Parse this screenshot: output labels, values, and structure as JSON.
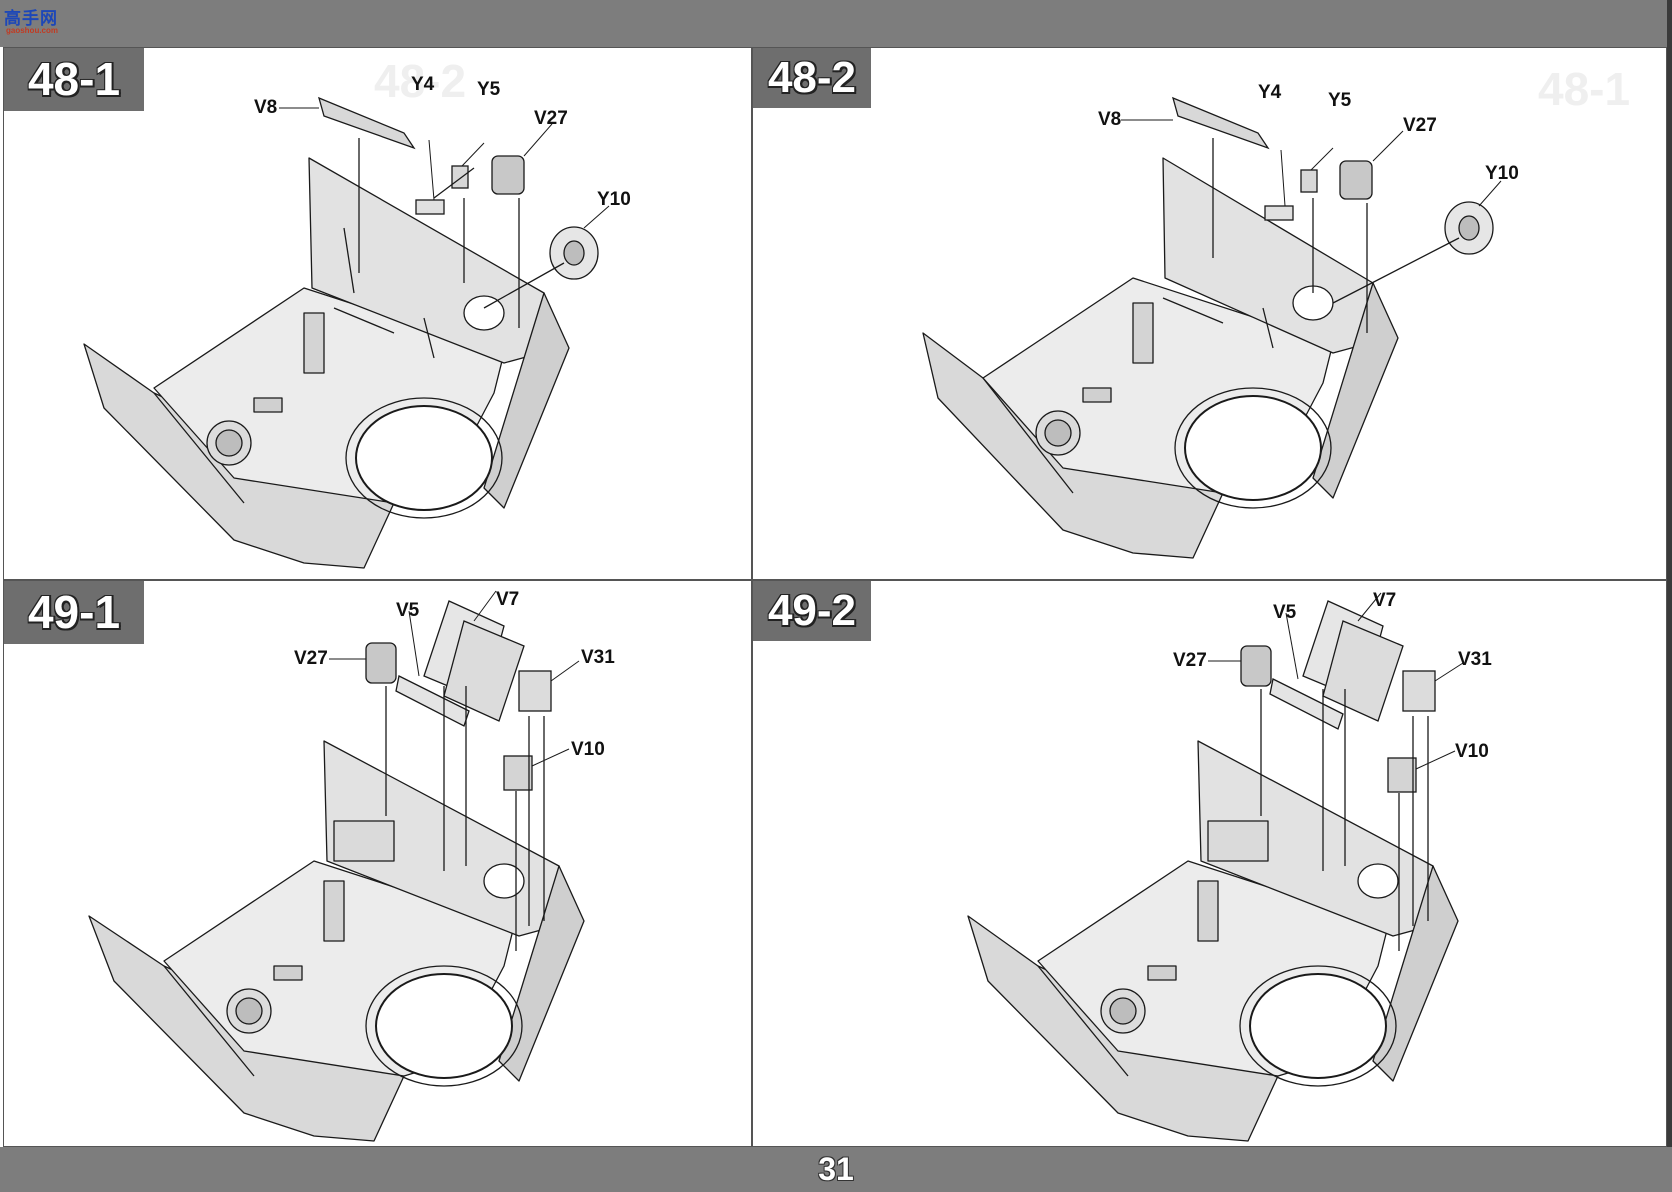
{
  "watermark": {
    "text": "高手网",
    "subtext": "gaoshou.com"
  },
  "page_number": "31",
  "steps": [
    {
      "label": "48-1",
      "ghost": "48-2",
      "parts": [
        "V8",
        "Y4",
        "Y5",
        "V27",
        "Y10"
      ]
    },
    {
      "label": "48-2",
      "ghost": "48-1",
      "parts": [
        "V8",
        "Y4",
        "Y5",
        "V27",
        "Y10"
      ]
    },
    {
      "label": "49-1",
      "ghost": "",
      "parts": [
        "V5",
        "V7",
        "V27",
        "V31",
        "V10"
      ]
    },
    {
      "label": "49-2",
      "ghost": "",
      "parts": [
        "V5",
        "V7",
        "V27",
        "V31",
        "V10"
      ]
    }
  ],
  "colors": {
    "bar": "#7d7d7d",
    "label_bg": "#6e6e6e",
    "hull": "#e4e4e4",
    "hull_dark": "#cfcfcf",
    "line": "#1a1a1a"
  }
}
